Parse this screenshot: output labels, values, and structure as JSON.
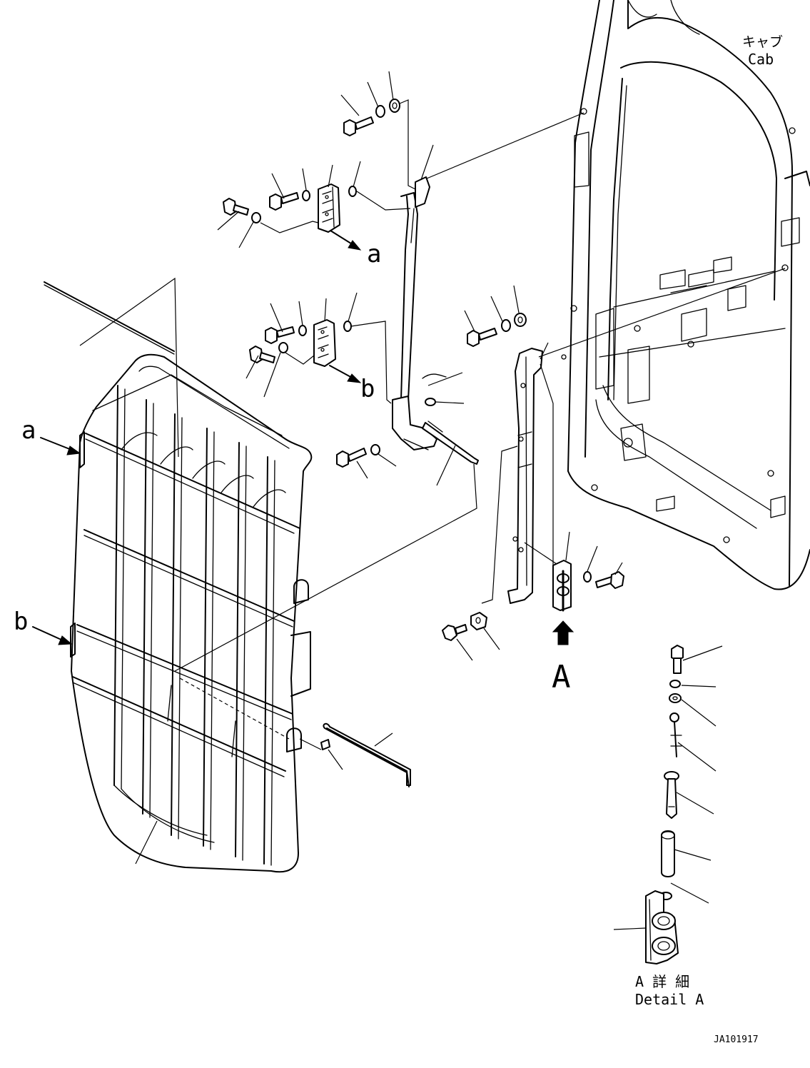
{
  "labels": {
    "cab_jp": "キャブ",
    "cab_en": "Cab",
    "ref_a": "a",
    "ref_b": "b",
    "view_a": "A",
    "detail_jp": "A 詳 細",
    "detail_en": "Detail A",
    "drawing_no": "JA101917"
  }
}
